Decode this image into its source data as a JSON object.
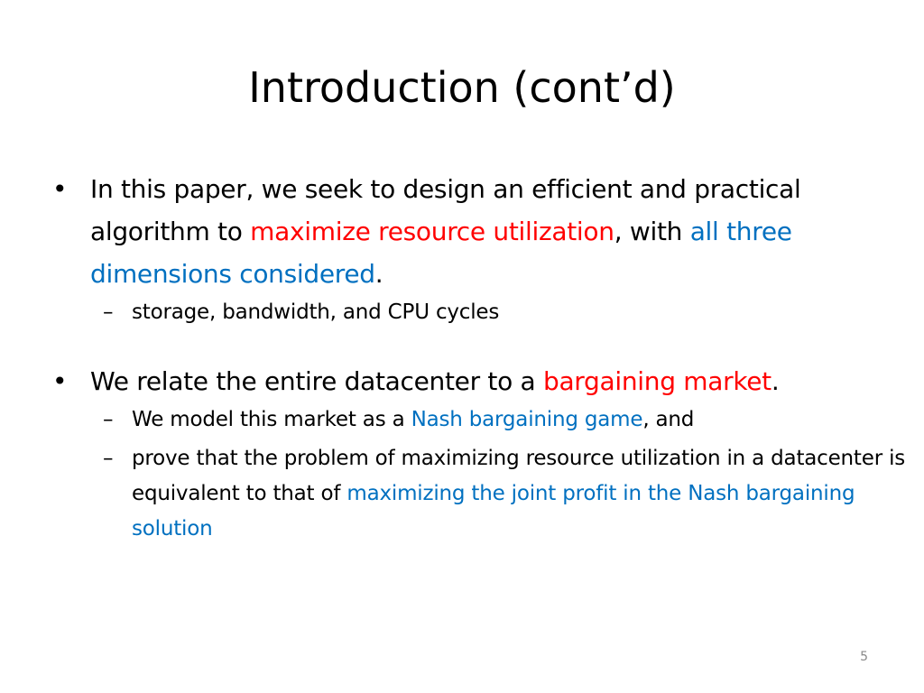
{
  "slide": {
    "title": "Introduction (cont’d)",
    "page_number": "5",
    "bullet_symbol": "•",
    "sub_symbol": "–",
    "colors": {
      "highlight_red": "#ff0000",
      "highlight_blue": "#0070c0"
    },
    "bullets": [
      {
        "text_1": "In this paper, we seek to design an efficient and practical algorithm to ",
        "highlight_1": "maximize resource utilization",
        "text_2": ", with ",
        "highlight_2": "all three dimensions considered",
        "text_3": ".",
        "subs": [
          {
            "text": "storage, bandwidth, and CPU cycles"
          }
        ]
      },
      {
        "text_1": "We relate the entire datacenter to a ",
        "highlight_1": "bargaining market",
        "text_2": ".",
        "subs": [
          {
            "text_1": "We model this market as a ",
            "highlight_1": "Nash bargaining game",
            "text_2": ", and"
          },
          {
            "text_1": "prove that the problem of maximizing resource utilization in a datacenter is equivalent to that of ",
            "highlight_1": "maximizing the joint profit in the Nash bargaining solution"
          }
        ]
      }
    ]
  }
}
